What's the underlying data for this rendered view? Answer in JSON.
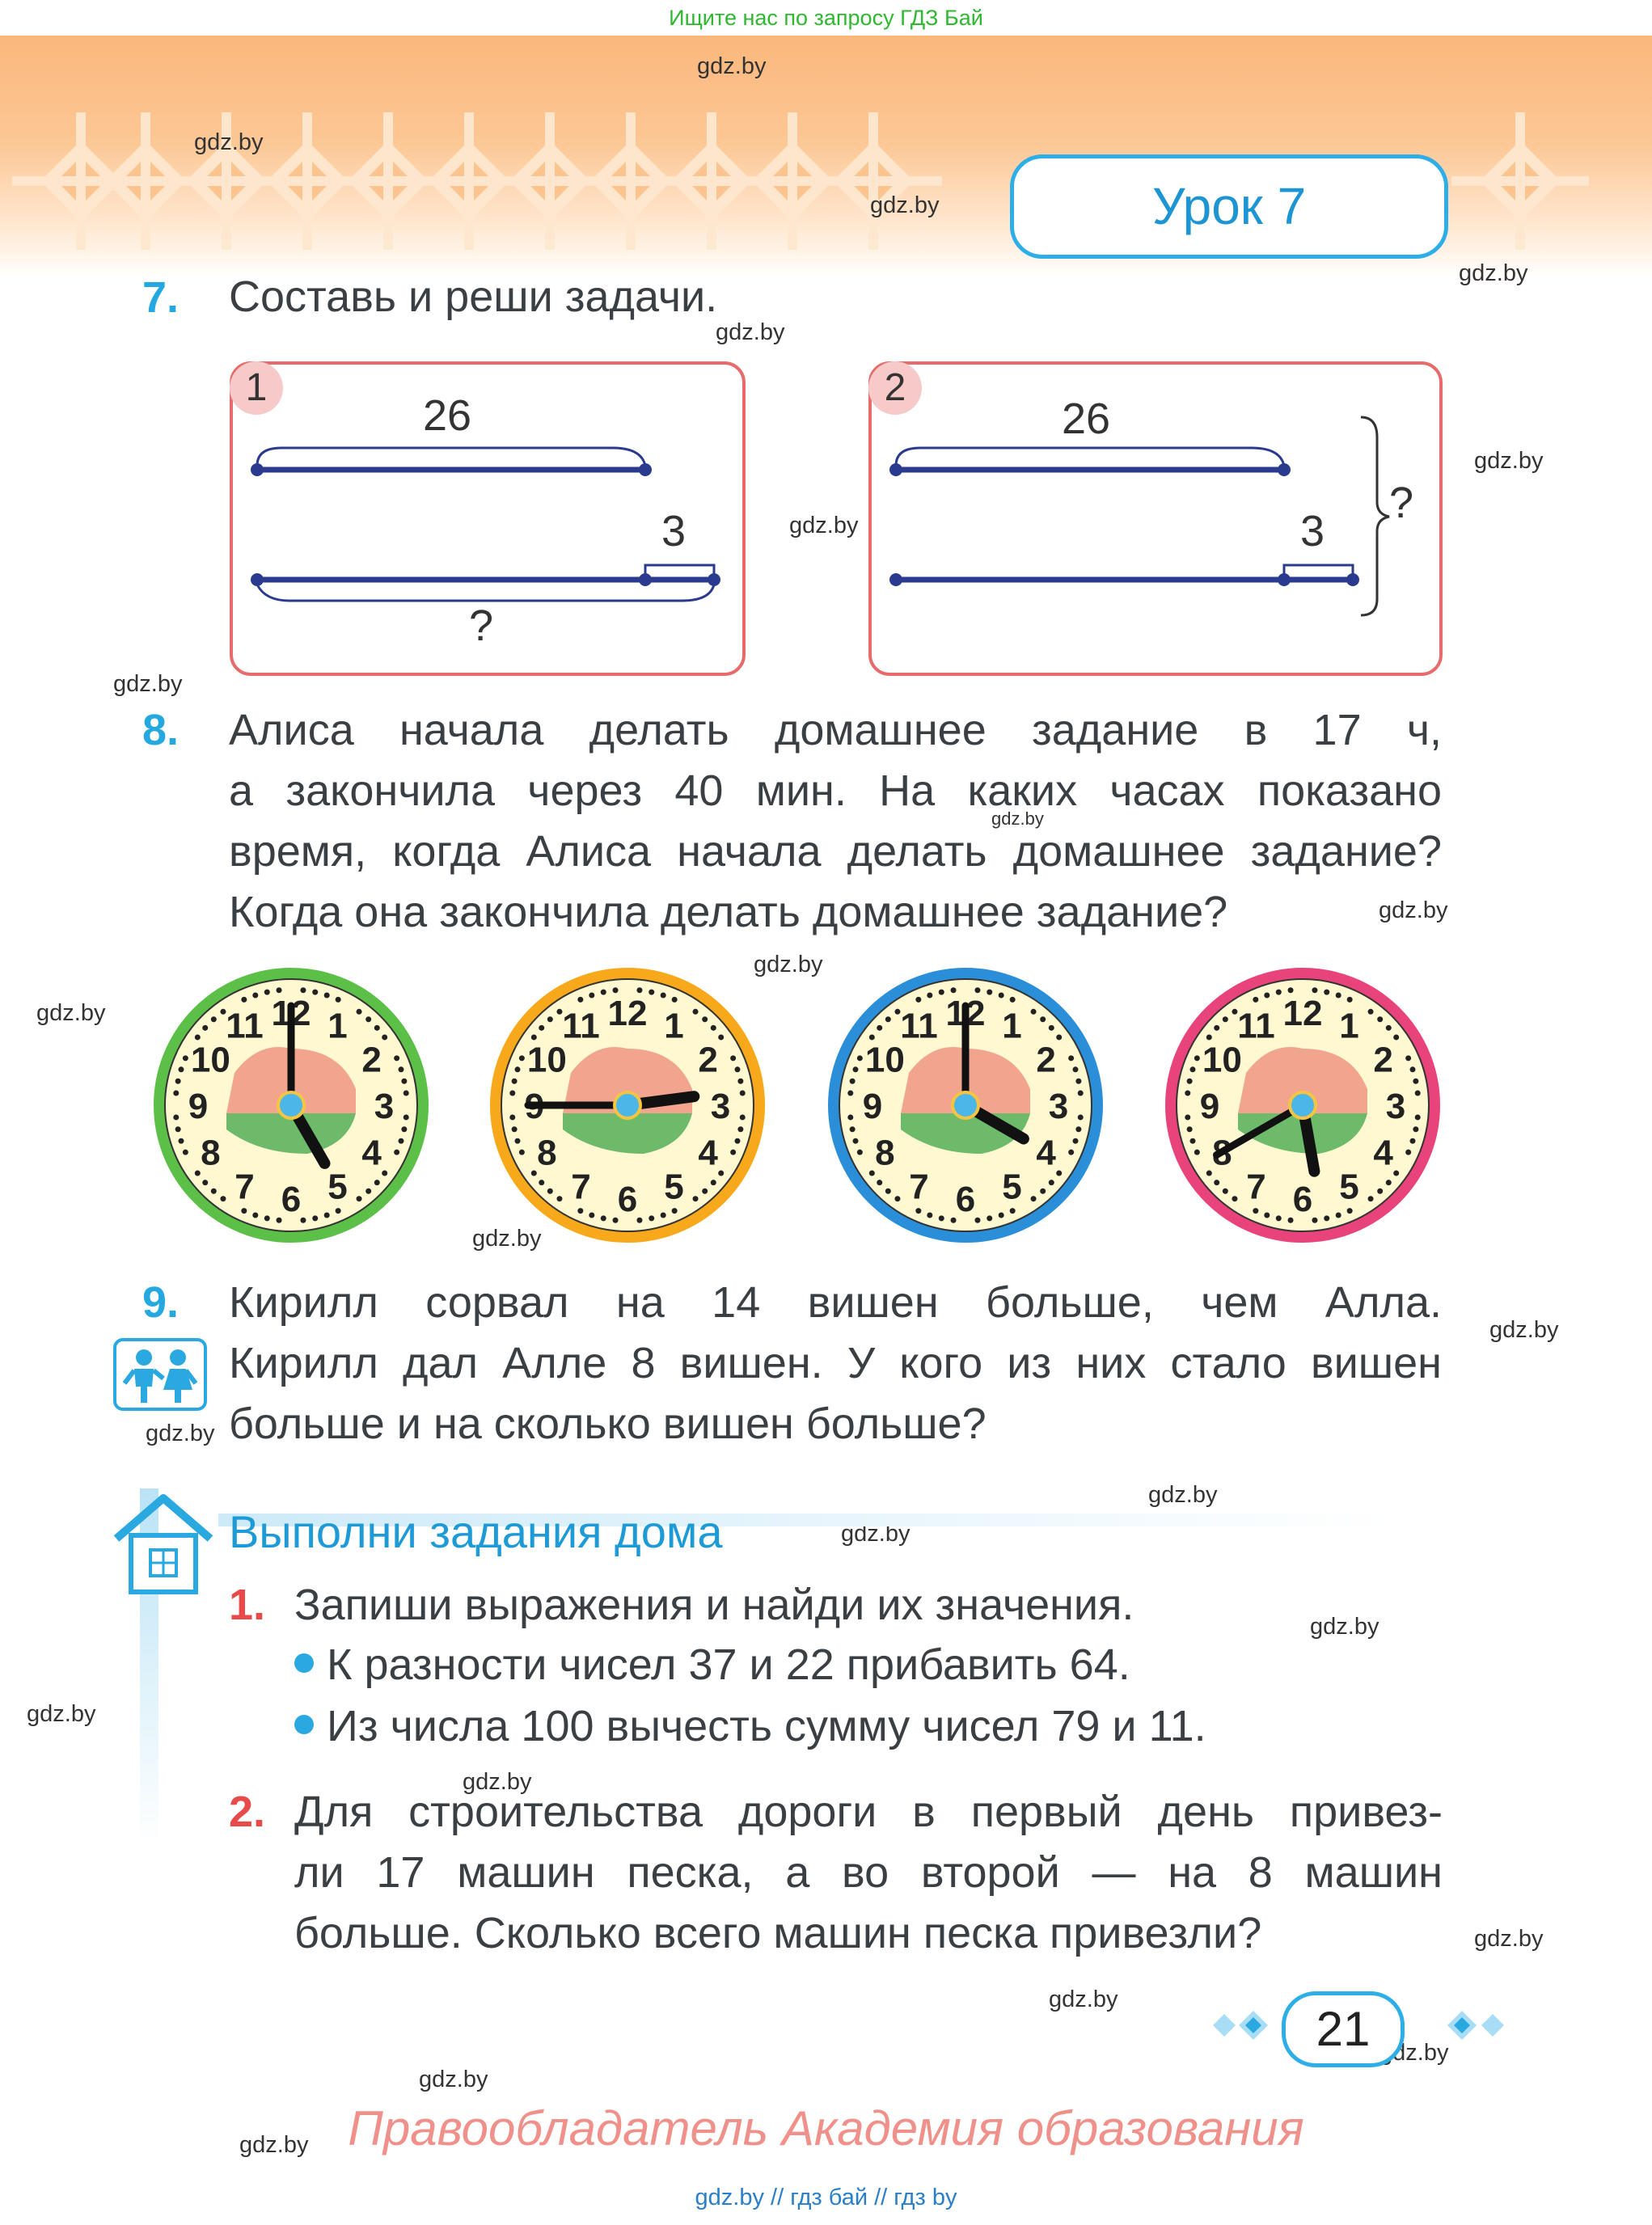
{
  "top_note": "Ищите нас по запросу ГДЗ Бай",
  "lesson": "Урок 7",
  "watermarks": [
    "gdz.by",
    "gdz.by",
    "gdz.by",
    "gdz.by",
    "gdz.by",
    "gdz.by",
    "gdz.by",
    "gdz.by",
    "gdz.by",
    "gdz.by",
    "gdz.by",
    "gdz.by",
    "gdz.by",
    "gdz.by",
    "gdz.by",
    "gdz.by",
    "gdz.by",
    "gdz.by",
    "gdz.by",
    "gdz.by",
    "gdz.by",
    "gdz.by",
    "gdz.by",
    "gdz.by",
    "gdz.by"
  ],
  "task7": {
    "num": "7.",
    "text": "Составь и реши задачи.",
    "diagram1": {
      "label": "1",
      "top_value": "26",
      "diff_value": "3",
      "question": "?"
    },
    "diagram2": {
      "label": "2",
      "top_value": "26",
      "diff_value": "3",
      "question": "?"
    }
  },
  "task8": {
    "num": "8.",
    "lines": [
      "Алиса начала делать домашнее задание в 17 ч,",
      "а закончила через 40 мин. На каких часах показано",
      "время, когда Алиса начала делать домашнее задание?",
      "Когда она закончила делать домашнее задание?"
    ],
    "clocks": [
      {
        "numerals": [
          "12",
          "1",
          "2",
          "3",
          "4",
          "5",
          "6",
          "7",
          "8",
          "9",
          "10",
          "11"
        ],
        "time": "5:00",
        "ring": "#5cbf47"
      },
      {
        "numerals": [
          "12",
          "1",
          "2",
          "3",
          "4",
          "5",
          "6",
          "7",
          "8",
          "9",
          "10",
          "11"
        ],
        "time": "2:45",
        "ring": "#f7a81b"
      },
      {
        "numerals": [
          "12",
          "1",
          "2",
          "3",
          "4",
          "5",
          "6",
          "7",
          "8",
          "9",
          "10",
          "11"
        ],
        "time": "4:00",
        "ring": "#2a8fd8"
      },
      {
        "numerals": [
          "12",
          "1",
          "2",
          "3",
          "4",
          "5",
          "6",
          "7",
          "8",
          "9",
          "10",
          "11"
        ],
        "time": "5:40",
        "ring": "#e8437a"
      }
    ]
  },
  "task9": {
    "num": "9.",
    "lines": [
      "Кирилл сорвал на 14 вишен больше, чем Алла.",
      "Кирилл дал Алле 8 вишен. У кого из них стало вишен",
      "больше и на сколько вишен больше?"
    ]
  },
  "home": {
    "title": "Выполни задания дома",
    "task1": {
      "num": "1.",
      "text": "Запиши выражения и найди их значения.",
      "bullets": [
        "К разности чисел 37 и 22 прибавить 64.",
        "Из числа 100 вычесть сумму чисел 79 и 11."
      ]
    },
    "task2": {
      "num": "2.",
      "lines": [
        "Для строительства дороги в первый день привез-",
        "ли 17 машин песка, а во второй — на 8 машин",
        "больше. Сколько всего машин песка привезли?"
      ]
    }
  },
  "page_number": "21",
  "rights": "Правообладатель Академия образования",
  "footer": "gdz.by  //  гдз бай  //  гдз by"
}
